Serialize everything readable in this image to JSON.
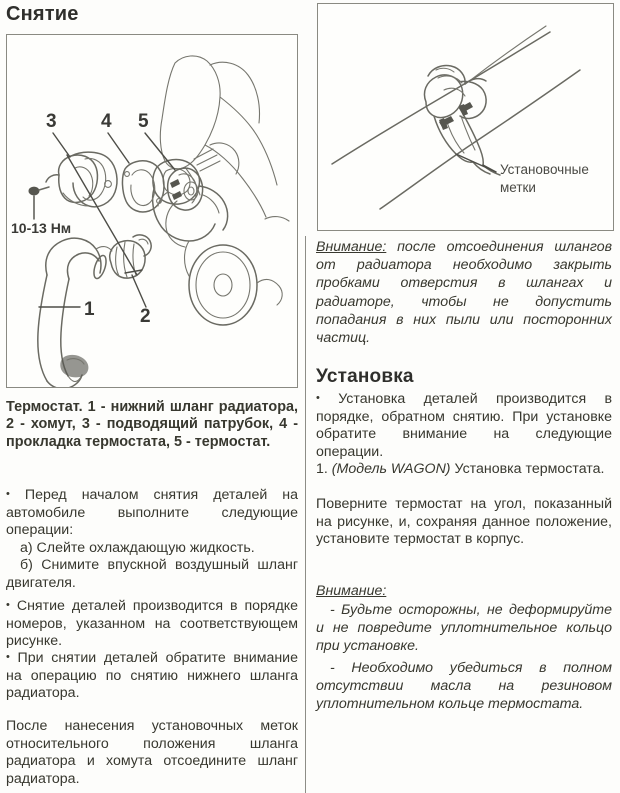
{
  "page": {
    "language": "ru",
    "divider_color": "#8d8d86",
    "text_color": "#38382f"
  },
  "left_column": {
    "heading": "Снятие",
    "figure": {
      "name": "thermostat-exploded-view",
      "callouts": [
        {
          "number": "3",
          "part": "подводящий патрубок"
        },
        {
          "number": "4",
          "part": "прокладка термостата"
        },
        {
          "number": "5",
          "part": "термостат"
        },
        {
          "number": "1",
          "part": "нижний шланг радиатора"
        },
        {
          "number": "2",
          "part": "хомут"
        }
      ],
      "torque_label": "10-13 Нм"
    },
    "caption": "Термостат. 1 - нижний шланг радиатора, 2 - хомут, 3 - подводящий патрубок, 4 - прокладка термостата, 5 - термостат.",
    "paragraphs": [
      {
        "id": "before-removal",
        "bullet": "•",
        "text": "Перед началом снятия деталей на автомобиле выполните следующие операции:",
        "sub_items": [
          "а) Слейте охлаждающую жидкость.",
          "б) Снимите впускной воздушный шланг двигателя."
        ]
      },
      {
        "id": "order-of-removal",
        "bullet": "•",
        "text": "Снятие деталей производится в порядке номеров, указанном на соответствующем рисунке."
      },
      {
        "id": "lower-hose-attention",
        "bullet": "•",
        "text": "При снятии деталей обратите внимание на операцию по снятию нижнего шланга радиатора."
      },
      {
        "id": "after-marks",
        "bullet": "",
        "text": "После нанесения установочных меток относительного положения шланга радиатора и хомута отсоедините шланг радиатора."
      }
    ]
  },
  "right_column": {
    "figure": {
      "name": "hose-clamp-alignment-marks",
      "label": "Установочные метки"
    },
    "warning_removal": {
      "head": "Внимание:",
      "text": "после отсоединения шлангов от радиатора необходимо закрыть пробками отверстия в шлангах и радиаторе, чтобы не допустить попадания в них пыли или посторонних частиц."
    },
    "heading": "Установка",
    "paragraphs": [
      {
        "id": "install-reverse",
        "bullet": "•",
        "text": "Установка деталей производится в порядке, обратном снятию. При установке обратите внимание на следующие операции."
      },
      {
        "id": "wagon-thermostat",
        "number": "1.",
        "model_note": "(Модель WAGON)",
        "text": "Установка термостата."
      },
      {
        "id": "rotate-thermostat",
        "text": "Поверните термостат на угол, показанный на рисунке, и, сохраняя данное положение, установите термостат в корпус."
      }
    ],
    "warning_install": {
      "head": "Внимание:",
      "items": [
        "- Будьте осторожны, не деформируйте и не повредите уплотнительное кольцо при установке.",
        "- Необходимо убедиться в полном отсутствии масла на резиновом уплотнительном кольце термостата."
      ]
    }
  }
}
